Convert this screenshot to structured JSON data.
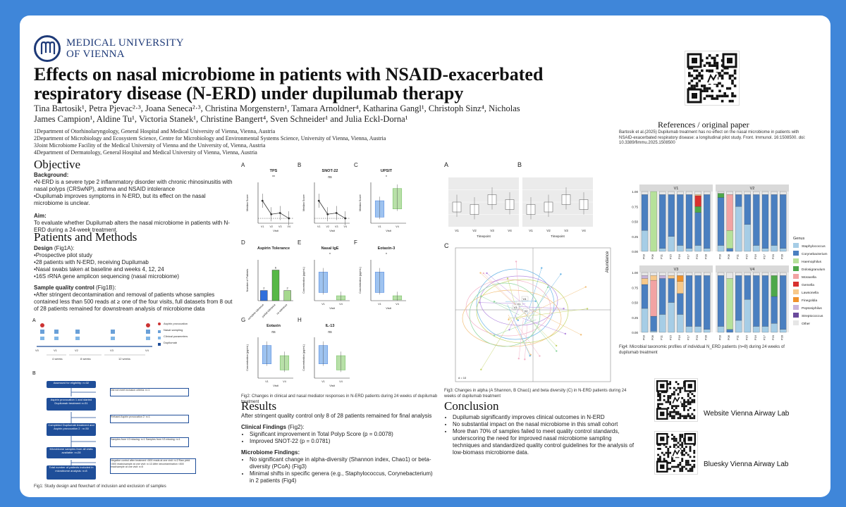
{
  "header": {
    "university_line1": "MEDICAL UNIVERSITY",
    "university_line2": "OF VIENNA",
    "title_line1": "Effects on nasal microbiome in patients with NSAID-exacerbated",
    "title_line2": "respiratory disease (N-ERD) under dupilumab therapy",
    "authors_line1": "Tina Bartosik¹, Petra Pjevac²·³, Joana Seneca²·³, Christina Morgenstern¹, Tamara Arnoldner⁴, Katharina Gangl¹, Christoph Sinz⁴, Nicholas",
    "authors_line2": "James Campion¹, Aldine Tu¹, Victoria Stanek¹, Christine Bangert⁴, Sven Schneider¹ and Julia Eckl-Dorna¹",
    "affiliations": [
      "1Department of Otorhinolaryngology, General Hospital and Medical University of Vienna, Vienna, Austria",
      "2Department of Microbiology and Ecosystem Science, Centre for Microbiology and Environmental Systems Science, University of Vienna, Vienna, Austria",
      "3Joint Microbiome Facility of the Medical University of Vienna and the University of, Vienna, Austria",
      "4Department of Dermatology, General Hospital and Medical University of Vienna, Vienna, Austria"
    ]
  },
  "references": {
    "heading": "References / original paper",
    "text": "Bartosik et al.(2025) Dupilumab treatment has no effect on the nasal microbiome in patients with NSAID-exacerbated respiratory disease: a longitudinal pilot study. Front. Immunol. 16:1508500. doi: 10.3389/fimmu.2025.1508500"
  },
  "objective": {
    "heading": "Objective",
    "background_label": "Background:",
    "background_lines": [
      "•N-ERD is a severe type 2 inflammatory disorder with chronic rhinosinusitis with nasal polyps (CRSwNP), asthma and NSAID intolerance",
      "•Dupilumab improves symptoms in N-ERD, but its effect on the nasal microbiome is unclear."
    ],
    "aim_label": "Aim:",
    "aim_text": "To evaluate whether Dupilumab alters the nasal microbiome in patients with N-ERD during a 24-week treatment."
  },
  "methods": {
    "heading": "Patients and Methods",
    "design_label": "Design",
    "design_ref": " (Fig1A):",
    "design_lines": [
      "•Prospective pilot study",
      "•28 patients with N-ERD, receiving Dupilumab",
      "•Nasal swabs taken at baseline and weeks 4, 12, 24",
      "•16S rRNA gene amplicon sequencing (nasal microbiome)"
    ],
    "qc_label": "Sample quality control",
    "qc_ref": " (Fig1B):",
    "qc_text": "•After stringent decontamination and removal of patients whose samples contained less than 500 reads at ≥ one of the four visits, full datasets from 8 out of 28 patients remained for downstream analysis of microbiome data",
    "fig1_caption": "Fig1: Study design and flowchart of inclusion and exclusion of samples",
    "timeline": {
      "letter_a": "A",
      "letter_b": "B",
      "legend": [
        "Aspirin provocation",
        "Nasal sampling",
        "Clinical parameters",
        "Dupilumab"
      ],
      "weeks": [
        "4 weeks",
        "8 weeks",
        "12 weeks"
      ],
      "visits": [
        "V0",
        "V1",
        "V2",
        "V3",
        "V4"
      ]
    },
    "flow": {
      "boxes": [
        "Assessed for eligibility: n=32",
        "Aspirin provocation 1 and started Dupilumab treatment n=31",
        "Completed Dupilumab treatment and Aspirin provocation 2 : n=30",
        "Microbiome samples from all visits available: n=28",
        "Total number of patients included in microbiome analysis: n=8"
      ],
      "side": [
        "Did not meet inclusion criteria: n=1",
        "Refused Aspirin provocation 2: n=1",
        "Samples from V2 missing: n=1 Samples from V3 missing: n=1",
        "Negative control after treatment <500 reads at one visit: n=2 Raw yield <500 reads/sample at one visit: n=13 After decontamination <500 read/sample at one visit: n=5"
      ]
    }
  },
  "fig2": {
    "caption": "Fig2: Changes in clinical and nasal mediator responses in N-ERD patients during 24 weeks of dupilumab treatment",
    "panels": [
      {
        "letter": "A",
        "title": "TPS",
        "sig": "**",
        "ylabel": "Median Score",
        "xlabel": "Visit",
        "xticks": [
          "V1",
          "V2",
          "V3",
          "V4"
        ]
      },
      {
        "letter": "B",
        "title": "SNOT-22",
        "sig": "ns",
        "ylabel": "Median Score",
        "xlabel": "Visit",
        "xticks": [
          "V1",
          "V2",
          "V3",
          "V4"
        ]
      },
      {
        "letter": "C",
        "title": "UPSIT",
        "sig": "*",
        "ylabel": "Median Score",
        "xlabel": "Visit",
        "xticks": [
          "V1",
          "V4"
        ]
      },
      {
        "letter": "D",
        "title": "Aspirin Tolerance",
        "sig": "",
        "ylabel": "Number of Patients",
        "xlabel": "",
        "xticks": [
          "complete tolerance",
          "partial tolerance",
          "no tolerance"
        ],
        "values": [
          2,
          6,
          2
        ]
      },
      {
        "letter": "E",
        "title": "Nasal IgE",
        "sig": "*",
        "ylabel": "Concentration (pg/mL)",
        "xlabel": "Visit",
        "xticks": [
          "V1",
          "V4"
        ]
      },
      {
        "letter": "F",
        "title": "Eotaxin-3",
        "sig": "*",
        "ylabel": "Concentration (pg/mL)",
        "xlabel": "Visit",
        "xticks": [
          "V1",
          "V4"
        ]
      },
      {
        "letter": "G",
        "title": "Eotaxin",
        "sig": "ns",
        "ylabel": "Concentration (pg/mL)",
        "xlabel": "Visit",
        "xticks": [
          "V1",
          "V4"
        ]
      },
      {
        "letter": "H",
        "title": "IL-13",
        "sig": "ns",
        "ylabel": "Concentration (pg/mL)",
        "xlabel": "Visit",
        "xticks": [
          "V1",
          "V4"
        ]
      }
    ]
  },
  "fig3": {
    "caption": "Fig3: Changes in alpha (A Shannon, B Chao1) and beta diversity (C) in N-ERD patients during 24 weeks of dupilumab treatment",
    "letters": [
      "A",
      "B",
      "C"
    ],
    "xlabel": "Timepoint",
    "xticks": [
      "V1",
      "V2",
      "V3",
      "V4"
    ],
    "pcoa_note": "d = 10",
    "ellipse_labels": [
      "V1",
      "V2",
      "V3",
      "V4"
    ]
  },
  "fig4": {
    "caption": "Fig4: Microbial taxonomic profiles of individual N_ERD patients (n=8) during 24 weeks of dupilumab treatment",
    "ylabel": "Abundance",
    "yticks": [
      "1.00",
      "0.75",
      "0.50",
      "0.25",
      "0.00"
    ],
    "facets": [
      "V1",
      "V2",
      "V3",
      "V4"
    ],
    "patients": [
      "P03",
      "P06",
      "P11",
      "P15",
      "P16",
      "P17",
      "P20",
      "P28"
    ],
    "legend_title": "Genus",
    "genera": [
      {
        "name": "Staphylococcus",
        "color": "#a6cde6"
      },
      {
        "name": "Corynebacterium",
        "color": "#4a7fc0"
      },
      {
        "name": "Haemophilus",
        "color": "#b6e19a"
      },
      {
        "name": "Dolosigranulum",
        "color": "#4ea84a"
      },
      {
        "name": "Moraxella",
        "color": "#f2a3a3"
      },
      {
        "name": "Gemella",
        "color": "#d8312f"
      },
      {
        "name": "Lawsonella",
        "color": "#f7c98a"
      },
      {
        "name": "Finegoldia",
        "color": "#f0922b"
      },
      {
        "name": "Peptoniphilus",
        "color": "#c8b4da"
      },
      {
        "name": "Streptococcus",
        "color": "#6a4a9c"
      },
      {
        "name": "Other",
        "color": "#e6e6e6"
      }
    ]
  },
  "results": {
    "heading": "Results",
    "intro": "After stringent quality control only 8 of 28 patients remained for final analysis",
    "clinical_label": "Clinical Findings",
    "clinical_ref": " (Fig2):",
    "clinical_items": [
      "Significant improvement in Total Polyp Score (p = 0.0078)",
      "Improved SNOT-22 (p = 0.0781)"
    ],
    "micro_label": "Microbiome Findings:",
    "micro_items": [
      "No significant change in alpha-diversity (Shannon index, Chao1) or beta-diversity (PCoA) (Fig3)",
      "Minimal shifts in specific genera (e.g., Staphylococcus, Corynebacterium) in 2 patients (Fig4)"
    ]
  },
  "conclusion": {
    "heading": "Conclusion",
    "items": [
      "Dupilumab significantly improves clinical outcomes in N-ERD",
      "No substantial impact on the nasal microbiome in this small cohort",
      "More than 70% of samples failed to meet quality control standards, underscoring the need for improved nasal microbiome sampling techniques and standardized quality control guidelines for the analysis of low-biomass microbiome data."
    ]
  },
  "links": {
    "website": "Website Vienna Airway Lab",
    "bluesky": "Bluesky Vienna Airway Lab"
  },
  "colors": {
    "frame": "#3f86d9",
    "brand": "#1e3a78",
    "bar_blue": "#2f6fdc",
    "bar_green": "#57b847"
  },
  "icons": [
    "university-logo-icon",
    "qr-code-icon"
  ]
}
